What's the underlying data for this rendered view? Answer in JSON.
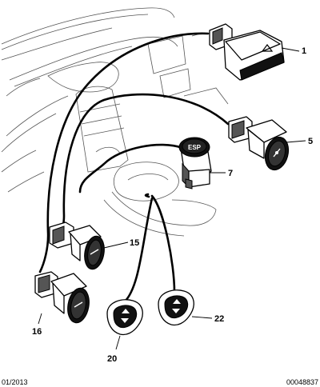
{
  "diagram": {
    "callouts": [
      {
        "id": "c1",
        "label": "1"
      },
      {
        "id": "c5",
        "label": "5"
      },
      {
        "id": "c7",
        "label": "7"
      },
      {
        "id": "c15",
        "label": "15"
      },
      {
        "id": "c16",
        "label": "16"
      },
      {
        "id": "c20",
        "label": "20"
      },
      {
        "id": "c22",
        "label": "22"
      }
    ],
    "button_text": {
      "esp": "ESP"
    },
    "footer": {
      "date": "01/2013",
      "reference": "00048837"
    }
  }
}
